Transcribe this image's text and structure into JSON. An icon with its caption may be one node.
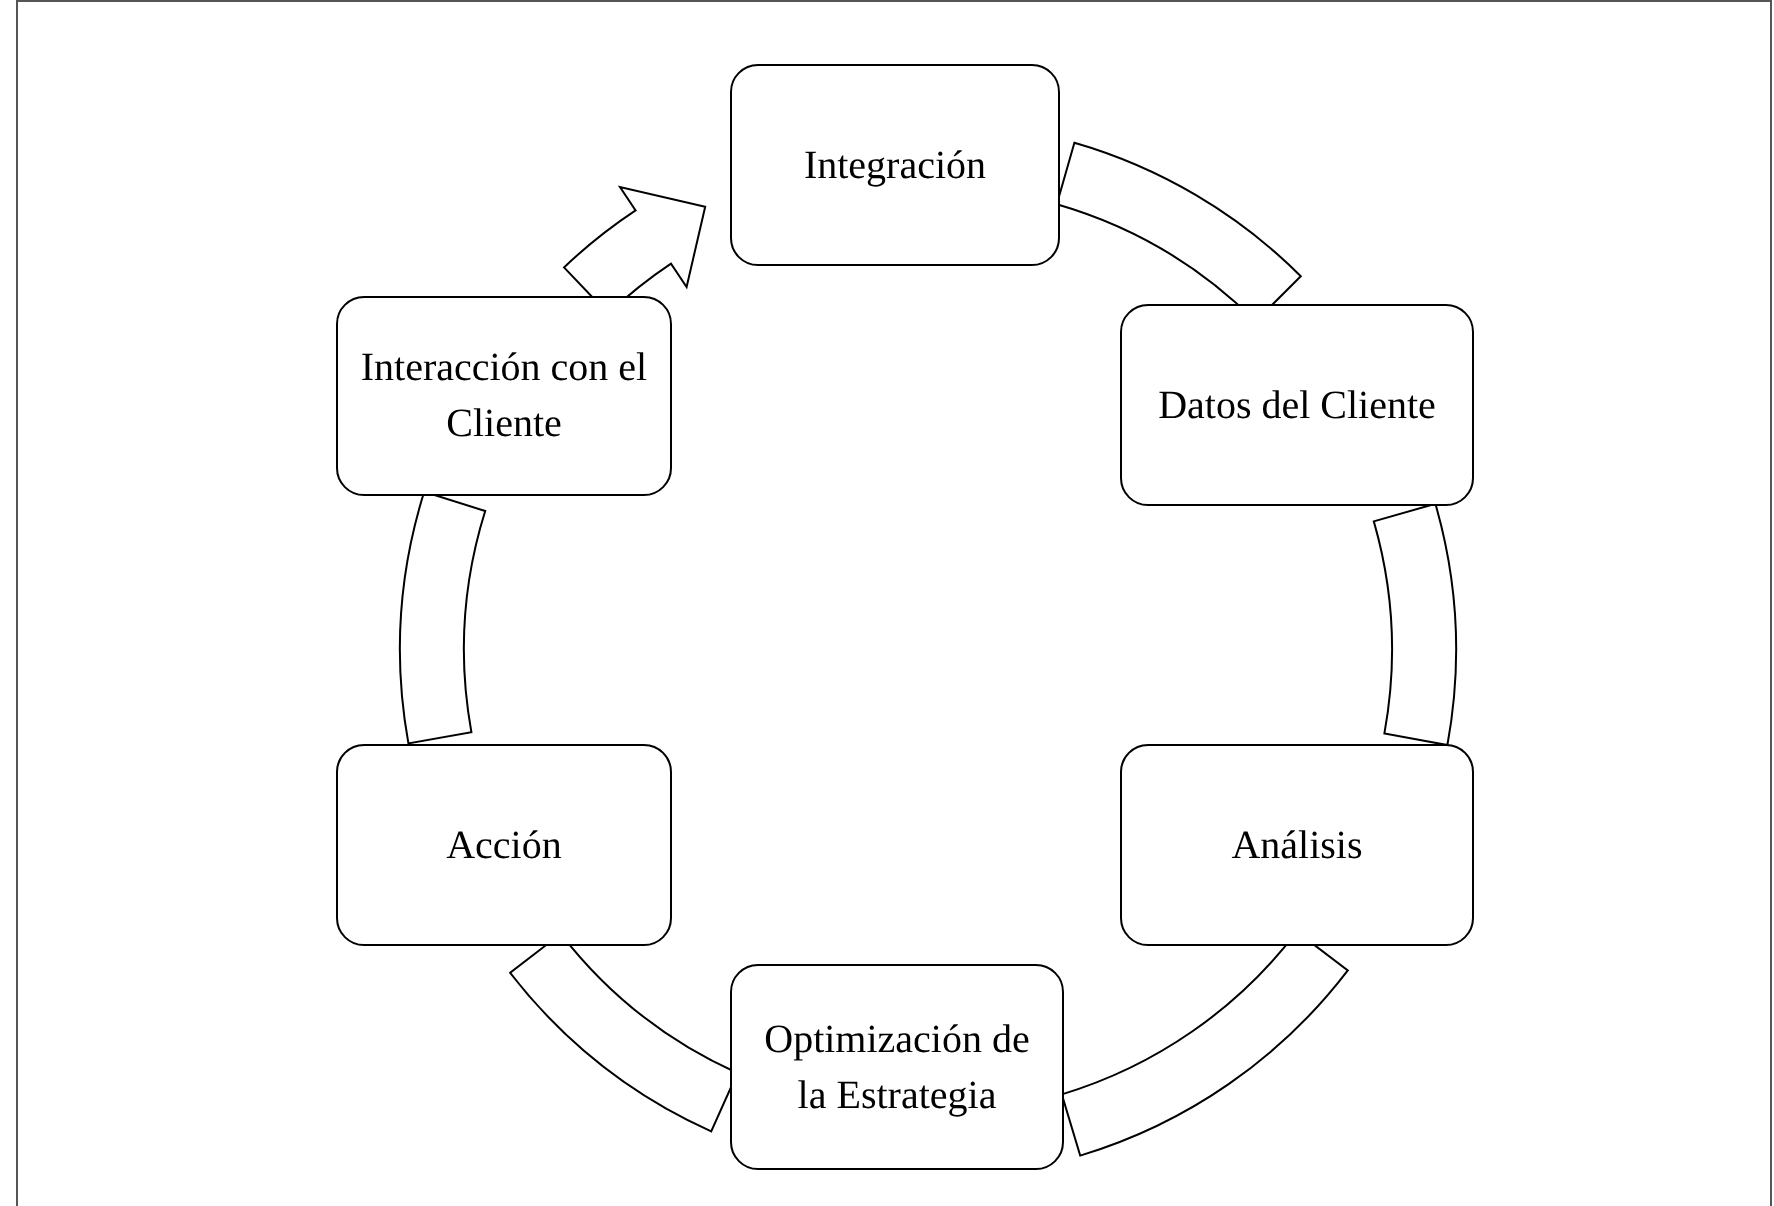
{
  "diagram": {
    "nodes": [
      {
        "text": [
          "Integración"
        ]
      },
      {
        "text": [
          "Datos del Cliente"
        ]
      },
      {
        "text": [
          "Análisis"
        ]
      },
      {
        "text": [
          "Optimización de la Estrategia"
        ]
      },
      {
        "text": [
          "Acción"
        ]
      },
      {
        "text": [
          "Interacción con el Cliente"
        ]
      }
    ],
    "edges": [
      {
        "from": 0,
        "to": 1,
        "arrow": "none"
      },
      {
        "from": 1,
        "to": 2,
        "arrow": "none"
      },
      {
        "from": 2,
        "to": 3,
        "arrow": "none"
      },
      {
        "from": 3,
        "to": 4,
        "arrow": "none"
      },
      {
        "from": 4,
        "to": 5,
        "arrow": "none"
      },
      {
        "from": 5,
        "to": 0,
        "arrow": "to"
      }
    ]
  }
}
